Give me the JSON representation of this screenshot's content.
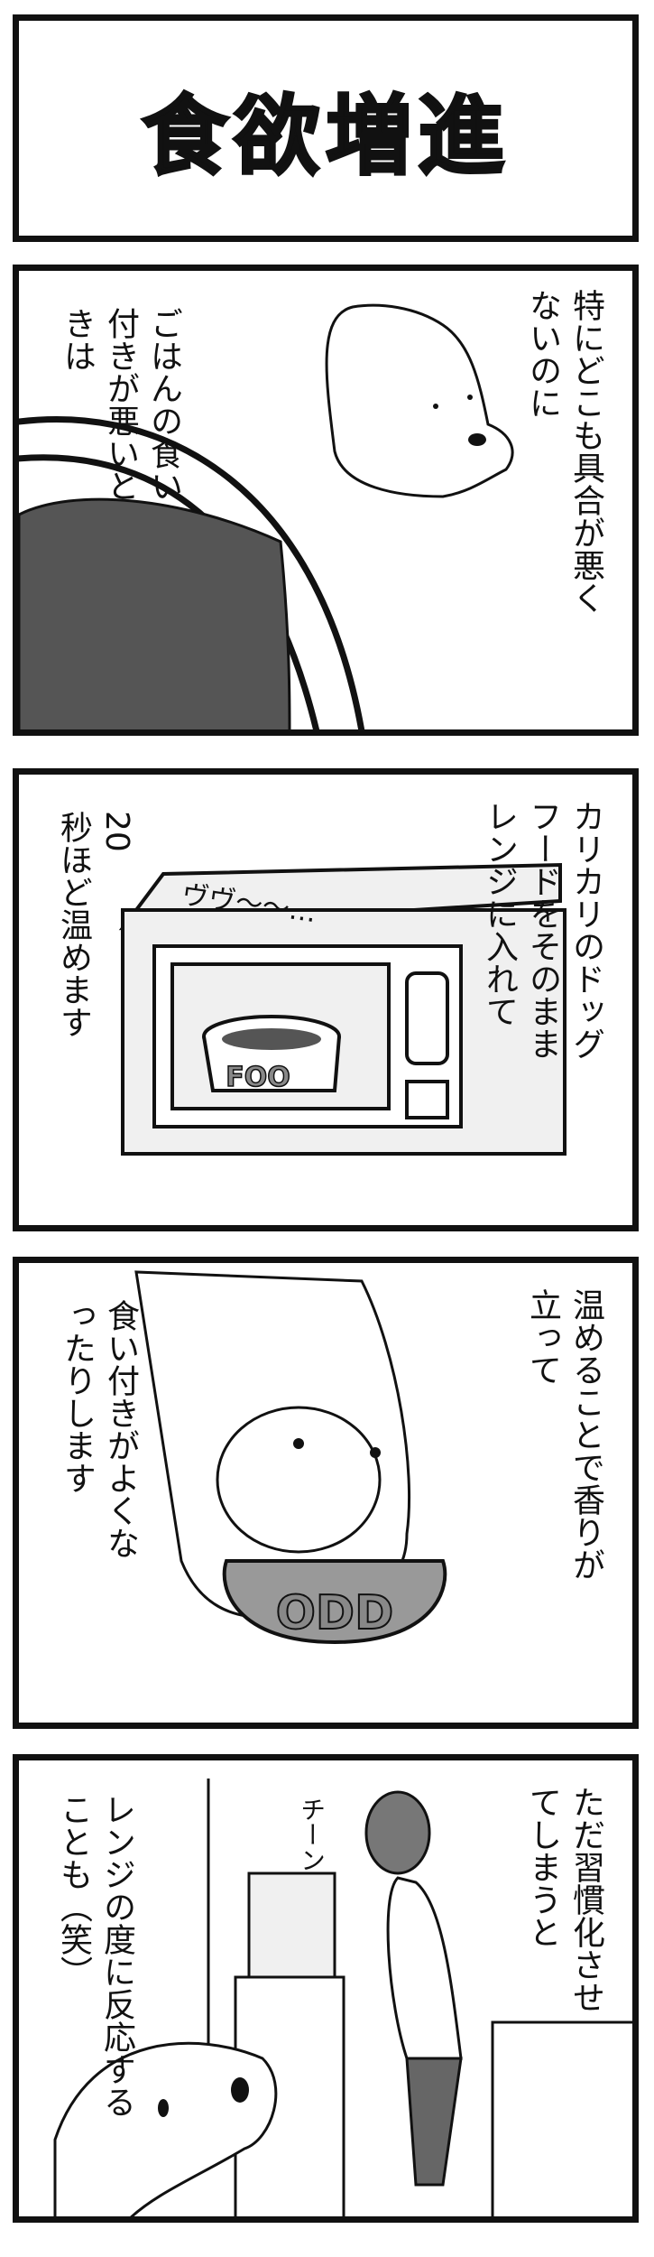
{
  "title": "食欲増進",
  "panels": [
    {
      "narration_right": "特にどこも具合が悪く\nないのに",
      "narration_left": "ごはんの食い\n付きが悪いと\nきは"
    },
    {
      "narration_right": "カリカリのドッグ\nフードをそのまま\nレンジに入れて",
      "narration_left": "20\n秒ほど温めます",
      "sfx": "ヴヴ〜〜…",
      "bowl_label": "FOO"
    },
    {
      "narration_right": "温めることで香りが\n立って",
      "narration_left": "食い付きがよくな\nったりします",
      "bowl_label": "ODD"
    },
    {
      "narration_right": "ただ習慣化させ\nてしまうと",
      "narration_left": "レンジの度に反応する\nことも（笑）",
      "sfx": "チーン"
    }
  ],
  "colors": {
    "ink": "#111111",
    "tone": "#6b6b6b",
    "light": "#f0f0f0"
  }
}
